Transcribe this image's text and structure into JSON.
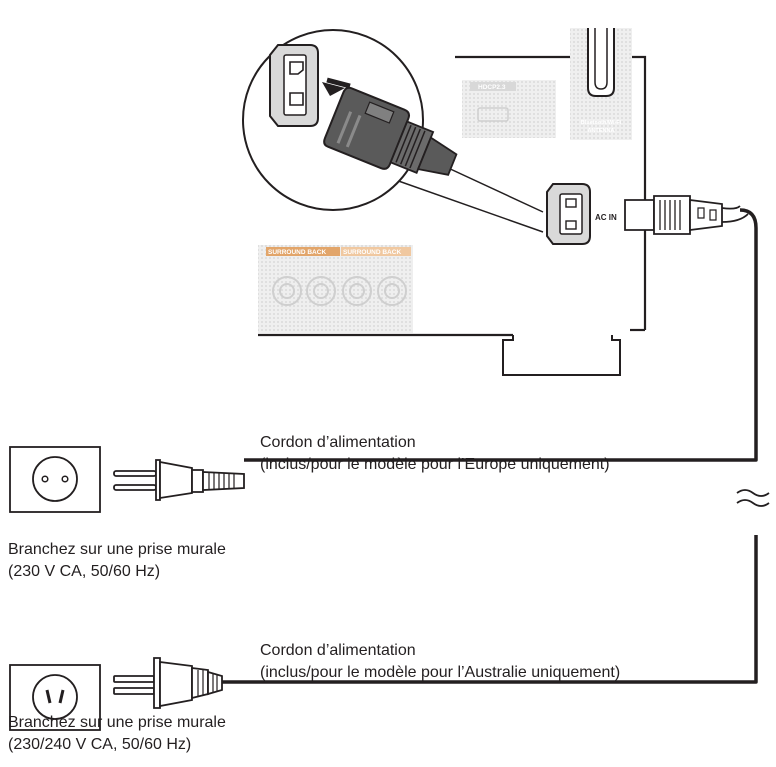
{
  "device_labels": {
    "hdcp": "HDCP2.3",
    "antenna_line1": "Bluetooth/Wi-Fi",
    "antenna_line2": "ANTENNA",
    "ac_in": "AC IN",
    "surround_back_1": "SURROUND BACK",
    "surround_back_2": "SURROUND BACK"
  },
  "cord_eu": {
    "title": "Cordon d’alimentation",
    "subtitle": "(inclus/pour le modèle pour l’Europe uniquement)"
  },
  "outlet_eu": {
    "line1": "Branchez sur une prise murale",
    "line2": "(230 V CA, 50/60 Hz)"
  },
  "cord_au": {
    "title": "Cordon d’alimentation",
    "subtitle": "(inclus/pour le modèle pour l’Australie uniquement)"
  },
  "outlet_au": {
    "line1": "Branchez sur une prise murale",
    "line2": "(230/240 V CA, 50/60 Hz)"
  },
  "colors": {
    "line": "#231f20",
    "panel_hatch": "#e8e8e8",
    "accent_label": "#e2a56a",
    "inlet_fill": "#d9d9d9",
    "plug_fill": "#5a5a5a"
  }
}
